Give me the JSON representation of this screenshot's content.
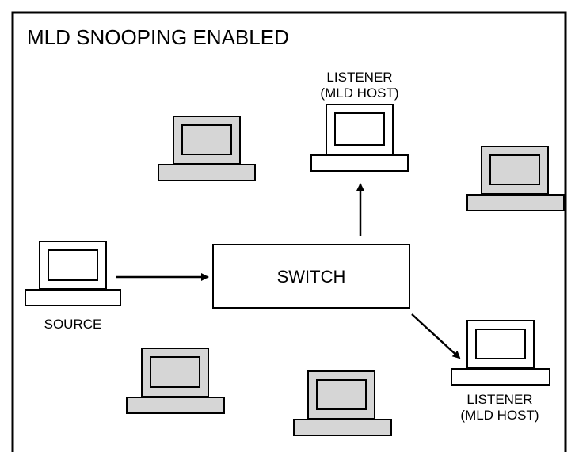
{
  "title": "MLD SNOOPING ENABLED",
  "switch": {
    "label": "SWITCH"
  },
  "nodes": [
    {
      "id": "source",
      "label": "SOURCE",
      "role": "source"
    },
    {
      "id": "listener-top",
      "label_line1": "LISTENER",
      "label_line2": "(MLD HOST)",
      "role": "listener"
    },
    {
      "id": "listener-bottom-right",
      "label_line1": "LISTENER",
      "label_line2": "(MLD HOST)",
      "role": "listener"
    },
    {
      "id": "host-top-left",
      "role": "non-member"
    },
    {
      "id": "host-top-right",
      "role": "non-member"
    },
    {
      "id": "host-bottom-left",
      "role": "non-member"
    },
    {
      "id": "host-bottom-center",
      "role": "non-member"
    }
  ],
  "edges": [
    {
      "from": "source",
      "to": "switch"
    },
    {
      "from": "switch",
      "to": "listener-top"
    },
    {
      "from": "switch",
      "to": "listener-bottom-right"
    }
  ],
  "colors": {
    "listener_fill": "#ffffff",
    "non_member_fill": "#d6d6d6",
    "stroke": "#000000"
  }
}
